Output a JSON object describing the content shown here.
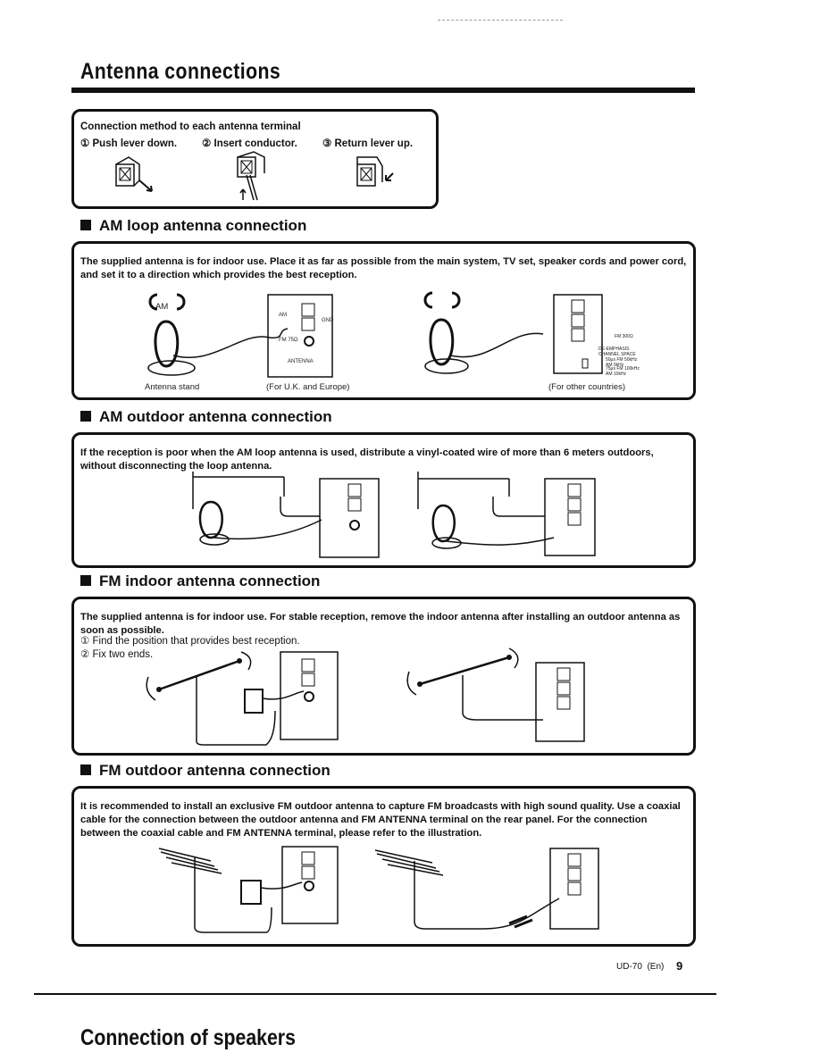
{
  "page": {
    "title": "Antenna connections",
    "footer_model": "UD-70",
    "footer_lang": "(En)",
    "footer_page": "9",
    "next_title": "Connection of speakers"
  },
  "connection_method": {
    "title": "Connection method to each antenna terminal",
    "step1": "① Push lever down.",
    "step2": "② Insert conductor.",
    "step3": "③ Return lever up."
  },
  "am_loop": {
    "heading": "AM loop antenna connection",
    "text": "The supplied antenna is for indoor use. Place it as far as possible from the main system, TV set, speaker cords and power cord, and set it to a direction which provides the best reception.",
    "caption_stand": "Antenna stand",
    "caption_uk": "(For U.K. and Europe)",
    "caption_other": "(For other countries)"
  },
  "am_outdoor": {
    "heading": "AM outdoor antenna connection",
    "text": "If the reception is poor when the AM loop antenna is used, distribute a vinyl-coated wire of more than 6 meters outdoors, without disconnecting the loop antenna."
  },
  "fm_indoor": {
    "heading": "FM indoor antenna connection",
    "text": "The supplied antenna is for indoor use. For stable reception, remove the indoor antenna after installing an outdoor antenna as soon as possible.",
    "step1": "① Find the position that provides best reception.",
    "step2": "② Fix two ends."
  },
  "fm_outdoor": {
    "heading": "FM outdoor antenna connection",
    "text": "It is recommended to install an exclusive FM outdoor antenna to capture FM broadcasts with high sound quality. Use a coaxial cable for the connection between the outdoor antenna and FM ANTENNA terminal on the rear panel. For the connection between the coaxial cable and FM ANTENNA terminal, please refer to the illustration."
  },
  "terminal_labels": {
    "am": "AM",
    "gnd": "GND",
    "fm": "FM",
    "fm75": "FM 75Ω",
    "antenna": "ANTENNA",
    "fm300": "FM 300Ω",
    "de_emphasis": "DE-EMPHASIS CHANNEL SPACE",
    "setting_50": "50μs FM 50kHz AM 9kHz",
    "setting_75": "75μs FM 100kHz AM 10kHz"
  }
}
